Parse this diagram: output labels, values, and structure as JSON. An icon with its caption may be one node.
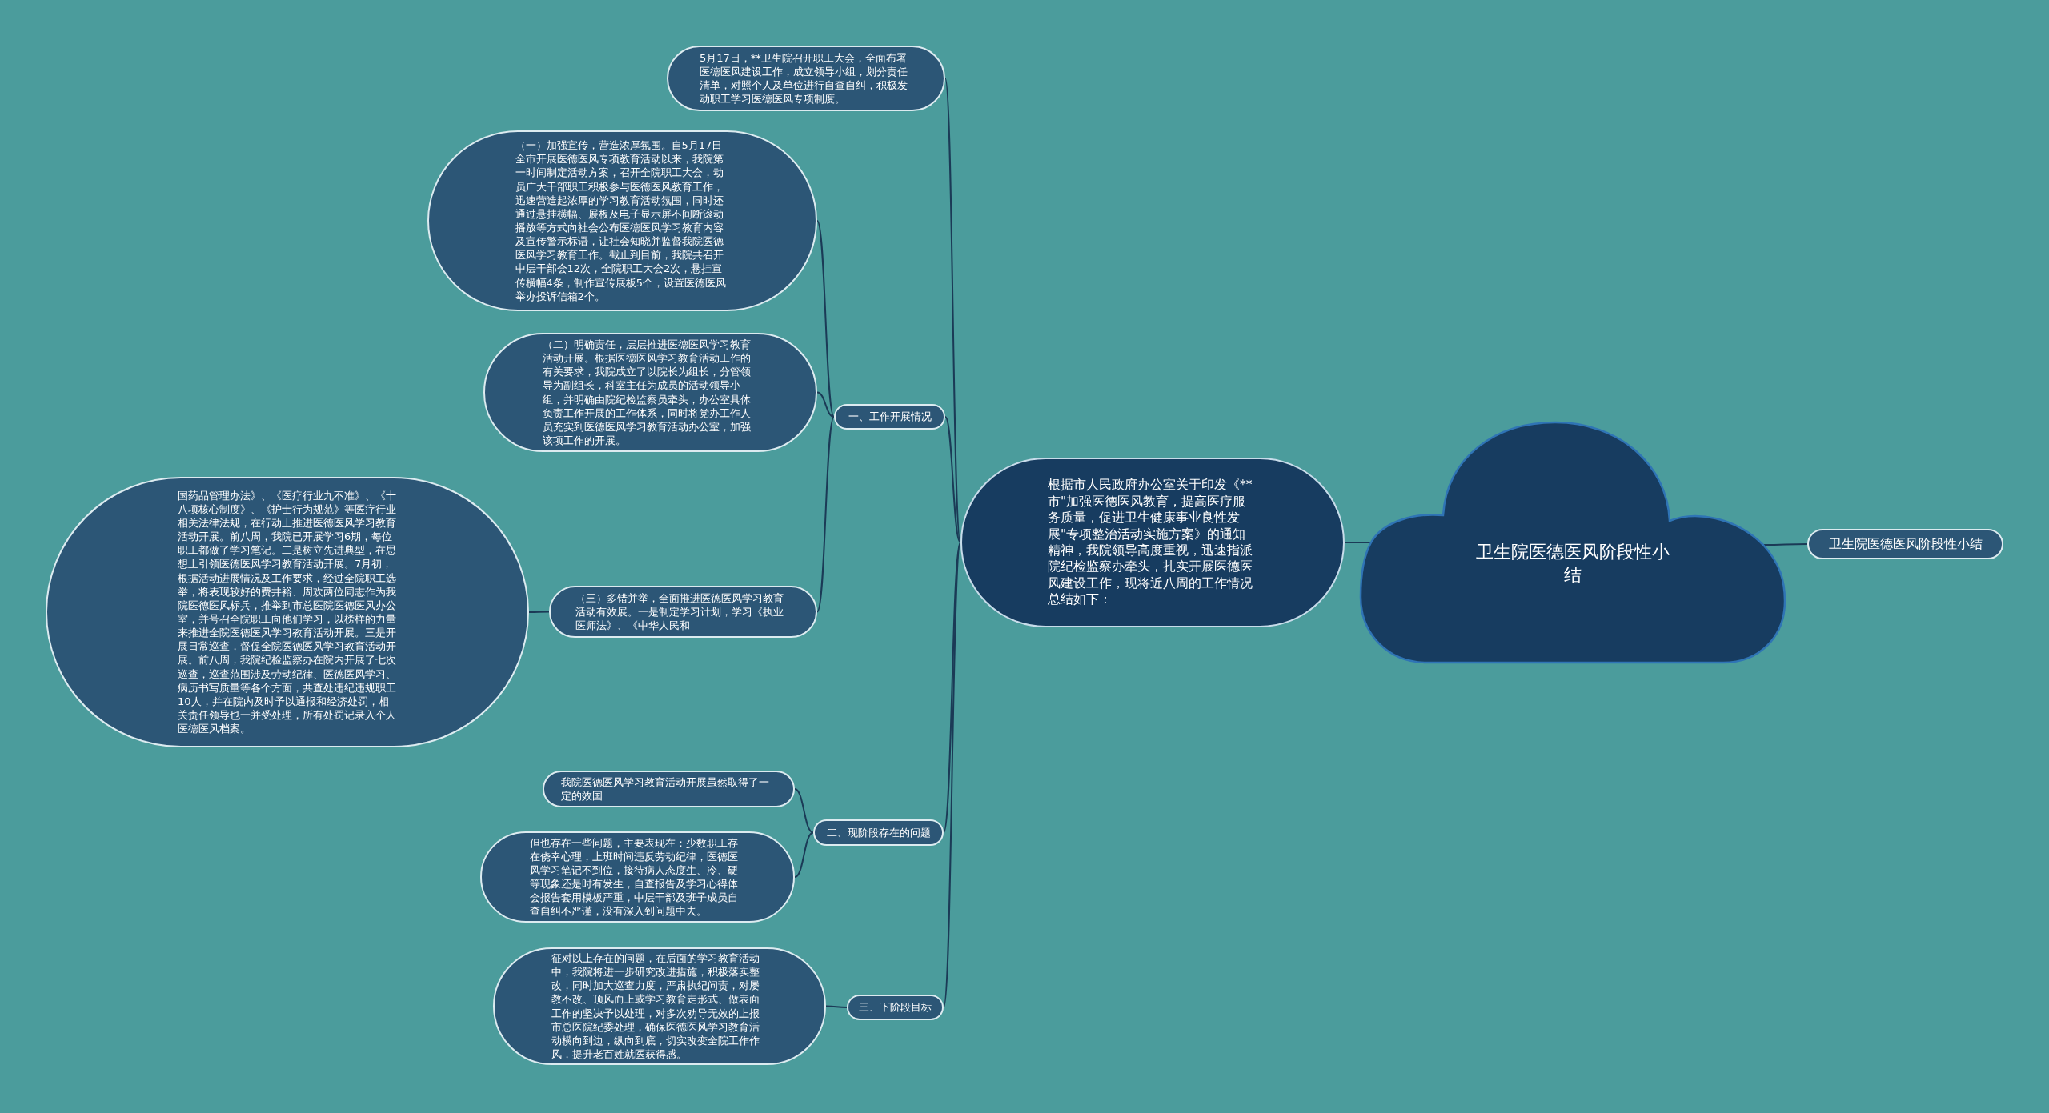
{
  "diagram": {
    "nodes": [
      {
        "text": [
          "卫生院医德医风阶段性小结"
        ]
      },
      {
        "text": [
          "卫生院医德医风阶段性小结"
        ]
      },
      {
        "text": [
          "根据市人民政府办公室关于印发《**市\"加强医德医风教育，提高医疗服务质量，促进卫生健康事业良性发展\"专项整治活动实施方案》的通知精神，我院领导高度重视，迅速指派院纪检监察办牵头，扎实开展医德医风建设工作，现将近八周的工作情况总结如下："
        ]
      },
      {
        "text": [
          "5月17日，**卫生院召开职工大会，全面布署医德医风建设工作，成立领导小组，划分责任清单，对照个人及单位进行自查自纠，积极发动职工学习医德医风专项制度。"
        ]
      },
      {
        "text": [
          "一、工作开展情况"
        ]
      },
      {
        "text": [
          "（一）加强宣传，营造浓厚氛围。自5月17日全市开展医德医风专项教育活动以来，我院第一时间制定活动方案，召开全院职工大会，动员广大干部职工积极参与医德医风教育工作，迅速营造起浓厚的学习教育活动氛围，同时还通过悬挂横幅、展板及电子显示屏不间断滚动播放等方式向社会公布医德医风学习教育内容及宣传警示标语，让社会知晓并监督我院医德医风学习教育工作。截止到目前，我院共召开中层干部会12次，全院职工大会2次，悬挂宣传横幅4条，制作宣传展板5个，设置医德医风举办投诉信箱2个。"
        ]
      },
      {
        "text": [
          "（二）明确责任，层层推进医德医风学习教育活动开展。根据医德医风学习教育活动工作的有关要求，我院成立了以院长为组长，分管领导为副组长，科室主任为成员的活动领导小组，并明确由院纪检监察员牵头，办公室具体负责工作开展的工作体系，同时将党办工作人员充实到医德医风学习教育活动办公室，加强该项工作的开展。"
        ]
      },
      {
        "text": [
          "（三）多错并举，全面推进医德医风学习教育活动有效展。一是制定学习计划，学习《执业医师法》、《中华人民和"
        ]
      },
      {
        "text": [
          "国药品管理办法》、《医疗行业九不准》、《十八项核心制度》、《护士行为规范》等医疗行业相关法律法规，在行动上推进医德医风学习教育活动开展。前八周，我院已开展学习6期，每位职工都做了学习笔记。二是树立先进典型，在思想上引领医德医风学习教育活动开展。7月初，根据活动进展情况及工作要求，经过全院职工选举，将表现较好的费井裕、周欢两位同志作为我院医德医风标兵，推举到市总医院医德医风办公室，并号召全院职工向他们学习，以榜样的力量来推进全院医德医风学习教育活动开展。三是开展日常巡查，督促全院医德医风学习教育活动开展。前八周，我院纪检监察办在院内开展了七次巡查，巡查范围涉及劳动纪律、医德医风学习、病历书写质量等各个方面，共查处违纪违规职工10人，并在院内及时予以通报和经济处罚，相关责任领导也一并受处理，所有处罚记录入个人医德医风档案。"
        ]
      },
      {
        "text": [
          "二、现阶段存在的问题"
        ]
      },
      {
        "text": [
          "我院医德医风学习教育活动开展虽然取得了一定的效国"
        ]
      },
      {
        "text": [
          "但也存在一些问题，主要表现在：少数职工存在侥幸心理，上班时间违反劳动纪律，医德医风学习笔记不到位，接待病人态度生、冷、硬等现象还是时有发生，自查报告及学习心得体会报告套用模板严重，中层干部及班子成员自查自纠不严谨，没有深入到问题中去。"
        ]
      },
      {
        "text": [
          "三、下阶段目标"
        ]
      },
      {
        "text": [
          "征对以上存在的问题，在后面的学习教育活动中，我院将进一步研究改进措施，积极落实整改，同时加大巡查力度，严肃执纪问责，对屡教不改、顶风而上或学习教育走形式、做表面工作的坚决予以处理，对多次劝导无效的上报市总医院纪委处理，确保医德医风学习教育活动横向到边，纵向到底，切实改变全院工作作风，提升老百姓就医获得感。"
        ]
      }
    ],
    "edges": [
      {
        "from": 0,
        "to": 1,
        "arrow": "none"
      },
      {
        "from": 0,
        "to": 2,
        "arrow": "none"
      },
      {
        "from": 2,
        "to": 3,
        "arrow": "none"
      },
      {
        "from": 2,
        "to": 4,
        "arrow": "none"
      },
      {
        "from": 4,
        "to": 5,
        "arrow": "none"
      },
      {
        "from": 4,
        "to": 6,
        "arrow": "none"
      },
      {
        "from": 4,
        "to": 7,
        "arrow": "none"
      },
      {
        "from": 7,
        "to": 8,
        "arrow": "none"
      },
      {
        "from": 2,
        "to": 9,
        "arrow": "none"
      },
      {
        "from": 9,
        "to": 10,
        "arrow": "none"
      },
      {
        "from": 9,
        "to": 11,
        "arrow": "none"
      },
      {
        "from": 2,
        "to": 12,
        "arrow": "none"
      },
      {
        "from": 12,
        "to": 13,
        "arrow": "none"
      }
    ]
  }
}
